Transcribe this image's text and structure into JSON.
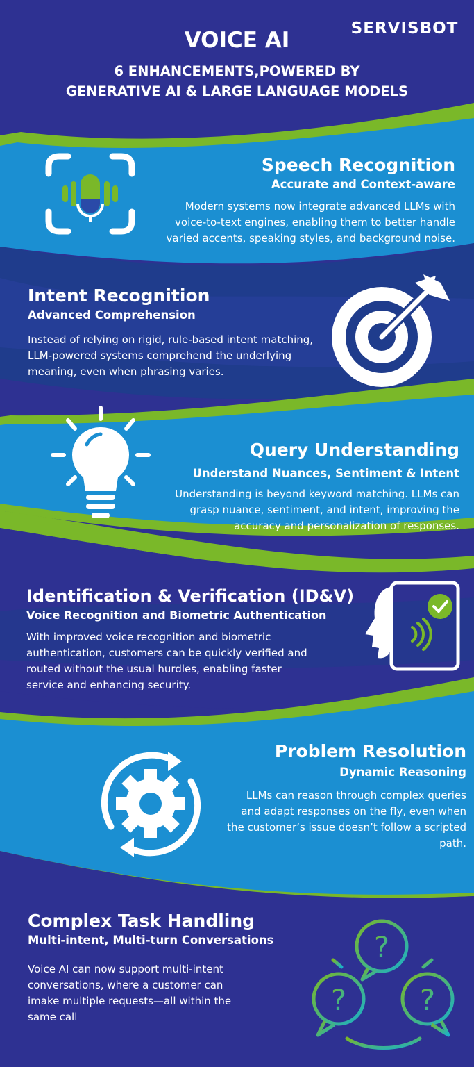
{
  "brand": {
    "logo_text": "SERVISBOT"
  },
  "header": {
    "title": "VOICE AI",
    "subtitle_line1": "6 ENHANCEMENTS,POWERED BY",
    "subtitle_line2": "GENERATIVE AI & LARGE LANGUAGE MODELS"
  },
  "sections": [
    {
      "title": "Speech Recognition",
      "subtitle": "Accurate and Context-aware",
      "description": "Modern systems now integrate advanced LLMs with voice-to-text engines, enabling them to better handle varied accents, speaking styles, and background noise.",
      "icon": "microphone-icon"
    },
    {
      "title": "Intent Recognition",
      "subtitle": "Advanced Comprehension",
      "description": "Instead of relying on rigid, rule-based intent matching, LLM-powered systems comprehend the underlying meaning, even when phrasing varies.",
      "icon": "target-icon"
    },
    {
      "title": "Query Understanding",
      "subtitle": "Understand Nuances, Sentiment & Intent",
      "description": "Understanding is beyond keyword matching. LLMs can grasp nuance, sentiment, and intent, improving the accuracy and personalization of responses.",
      "icon": "lightbulb-icon"
    },
    {
      "title": "Identification & Verification (ID&V)",
      "subtitle": "Voice Recognition and Biometric Authentication",
      "description": "With improved voice recognition and biometric authentication, customers can be quickly verified and routed without the usual hurdles, enabling faster service and enhancing security.",
      "icon": "voice-verification-icon"
    },
    {
      "title": "Problem Resolution",
      "subtitle": "Dynamic Reasoning",
      "description": "LLMs can reason through complex queries and adapt responses on the fly, even when the customer’s issue doesn’t follow a scripted path.",
      "icon": "gear-cycle-icon"
    },
    {
      "title": "Complex Task Handling",
      "subtitle": "Multi-intent, Multi-turn Conversations",
      "description": "Voice AI can now support multi-intent conversations, where a customer can imake multiple requests—all within the same call",
      "icon": "question-bubbles-icon"
    }
  ],
  "colors": {
    "background": "#2e3192",
    "band_light_blue": "#1b8fd2",
    "band_dark_blue": "#1f3c8c",
    "accent_green": "#7ab829"
  }
}
